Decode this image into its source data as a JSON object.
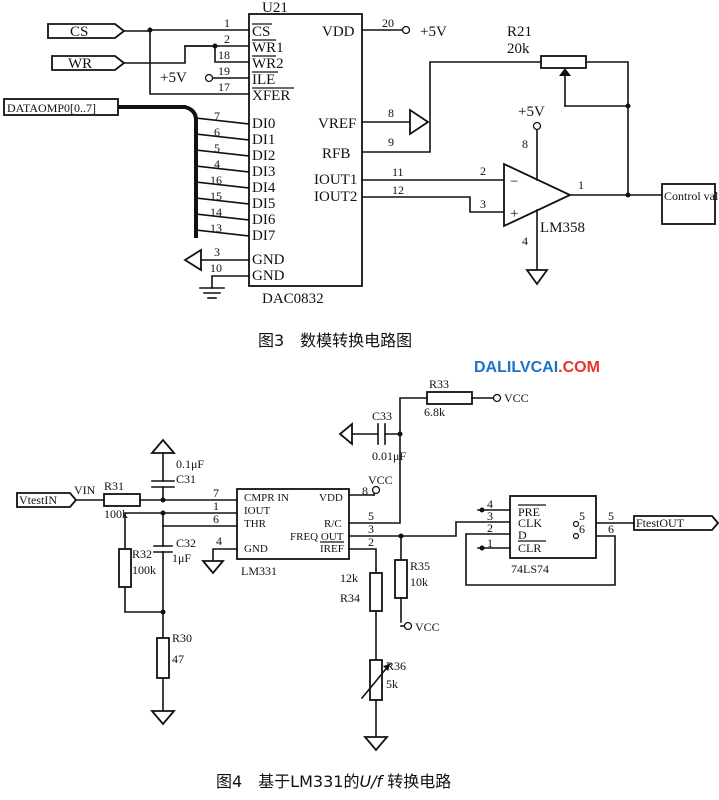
{
  "figure3": {
    "caption": "图3　数模转换电路图",
    "chip": {
      "ref": "U21",
      "name": "DAC0832",
      "pins_left": [
        {
          "num": "1",
          "name": "CS"
        },
        {
          "num": "2",
          "name": "WR1"
        },
        {
          "num": "18",
          "name": "WR2"
        },
        {
          "num": "19",
          "name": "ILE"
        },
        {
          "num": "17",
          "name": "XFER"
        },
        {
          "num": "7",
          "name": "DI0"
        },
        {
          "num": "6",
          "name": "DI1"
        },
        {
          "num": "5",
          "name": "DI2"
        },
        {
          "num": "4",
          "name": "DI3"
        },
        {
          "num": "16",
          "name": "DI4"
        },
        {
          "num": "15",
          "name": "DI5"
        },
        {
          "num": "14",
          "name": "DI6"
        },
        {
          "num": "13",
          "name": "DI7"
        },
        {
          "num": "3",
          "name": "GND"
        },
        {
          "num": "10",
          "name": "GND"
        }
      ],
      "pins_right": [
        {
          "num": "20",
          "name": "VDD"
        },
        {
          "num": "8",
          "name": "VREF"
        },
        {
          "num": "9",
          "name": "RFB"
        },
        {
          "num": "11",
          "name": "IOUT1"
        },
        {
          "num": "12",
          "name": "IOUT2"
        }
      ]
    },
    "inputs": {
      "cs": "CS",
      "wr": "WR",
      "bus": "DATAOMP0[0..7]"
    },
    "supplies": {
      "vdd": "+5V",
      "ile": "+5V",
      "opamp": "+5V"
    },
    "resistor": {
      "ref": "R21",
      "value": "20k"
    },
    "opamp": {
      "name": "LM358",
      "pins": [
        "2",
        "3",
        "1",
        "8",
        "4"
      ],
      "minus": "−",
      "plus": "+"
    },
    "output": "Control valve"
  },
  "watermark": {
    "text": "DALILVCAI",
    "suffix": ".COM"
  },
  "figure4": {
    "caption_prefix": "图4　基于LM331的",
    "caption_italic": "U/f",
    "caption_suffix": " 转换电路",
    "chip": {
      "name": "LM331",
      "pins_left": [
        {
          "num": "7",
          "name": "CMPR IN"
        },
        {
          "num": "1",
          "name": "IOUT"
        },
        {
          "num": "6",
          "name": "THR"
        },
        {
          "num": "4",
          "name": "GND"
        }
      ],
      "pins_right": [
        {
          "num": "8",
          "name": "VDD"
        },
        {
          "num": "5",
          "name": "R/C"
        },
        {
          "num": "3",
          "name": "FREQ OUT"
        },
        {
          "num": "2",
          "name": "IREF"
        }
      ]
    },
    "input_port": "VtestIN",
    "vin_label": "VIN",
    "r31": {
      "ref": "R31",
      "value": "100k"
    },
    "c31": {
      "ref": "C31",
      "value": "0.1μF"
    },
    "r32": {
      "ref": "R32",
      "value": "100k"
    },
    "c32": {
      "ref": "C32",
      "value": "1μF"
    },
    "r30": {
      "ref": "R30",
      "value": "47"
    },
    "r33": {
      "ref": "R33",
      "value": "6.8k"
    },
    "c33": {
      "ref": "C33",
      "value": "0.01μF"
    },
    "r34": {
      "ref": "R34",
      "value": "12k"
    },
    "r35": {
      "ref": "R35",
      "value": "10k"
    },
    "r36": {
      "ref": "R36",
      "value": "5k"
    },
    "vcc": "VCC",
    "flipflop": {
      "name": "74LS74",
      "pins_left": [
        {
          "num": "4",
          "name": "PRE"
        },
        {
          "num": "3",
          "name": "CLK"
        },
        {
          "num": "2",
          "name": "D"
        },
        {
          "num": "1",
          "name": "CLR"
        }
      ],
      "pins_right": [
        "5",
        "6"
      ],
      "pins_out": [
        "5",
        "6"
      ]
    },
    "output_port": "FtestOUT"
  }
}
